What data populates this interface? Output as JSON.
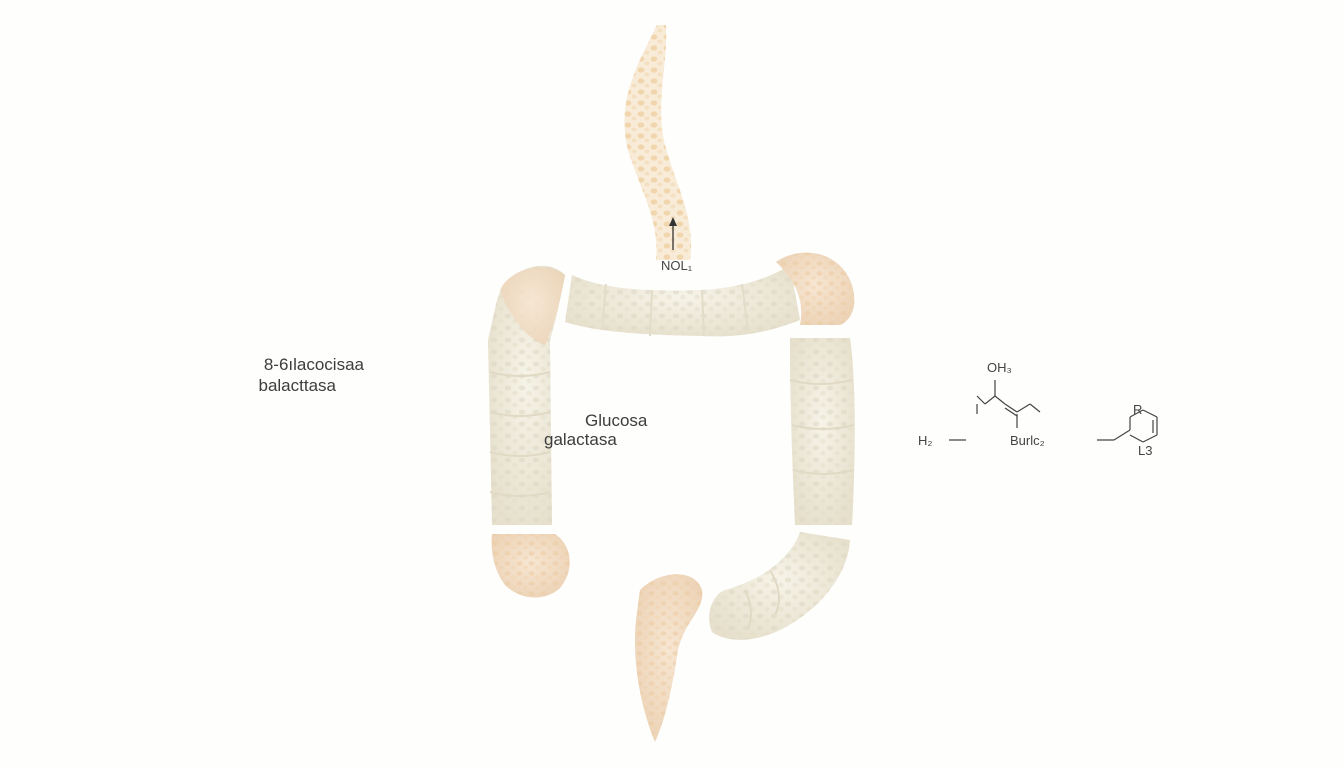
{
  "labels": {
    "top_arrow": "NOL₁",
    "left_line1": "8-6ılacocisaa",
    "left_line2": "balacttasa",
    "center_line1": "Glucosa",
    "center_line2": "galactasa",
    "formula_top": "OH₃",
    "formula_left": "H₂",
    "formula_mid": "Burlc₂",
    "formula_ring_top": "R",
    "formula_ring_bottom": "L3"
  },
  "colors": {
    "background": "#fefefd",
    "tissue_light": "#eeeadb",
    "tissue_peach": "#f1dcc2",
    "tissue_cell": "#ddd7c4",
    "plume": "#f2d9b4",
    "ink": "#3d3d3d"
  }
}
